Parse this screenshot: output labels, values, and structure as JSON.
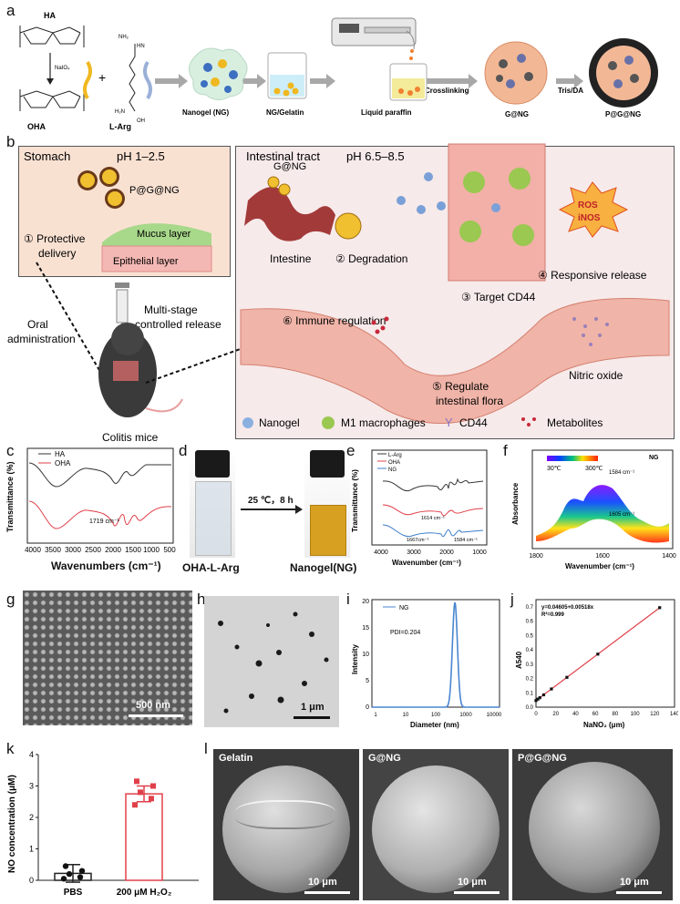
{
  "panel_labels": {
    "a": "a",
    "b": "b",
    "c": "c",
    "d": "d",
    "e": "e",
    "f": "f",
    "g": "g",
    "h": "h",
    "i": "i",
    "j": "j",
    "k": "k",
    "l": "l"
  },
  "panel_a": {
    "ha": "HA",
    "oha": "OHA",
    "naio4": "NaIO₄",
    "plus": "+",
    "larg": "L-Arg",
    "nh2": "NH₂",
    "nh": "NH",
    "hn": "HN",
    "h2n": "H₂N",
    "acid": "O",
    "oh": "OH",
    "steps": [
      "Nanogel (NG)",
      "NG/Gelatin",
      "Liquid paraffin",
      "G@NG",
      "P@G@NG"
    ],
    "arrow_labels": {
      "crosslinking": "Crosslinking",
      "trisda": "Tris/DA"
    }
  },
  "panel_b": {
    "stomach_title": "Stomach",
    "stomach_ph": "pH 1–2.5",
    "pgng": "P@G@NG",
    "step1": "① Protective\ndelivery",
    "mucus": "Mucus layer",
    "epithelial": "Epithelial layer",
    "syringe_label": "Multi-stage\ncontrolled release",
    "oral": "Oral\nadministration",
    "mouse": "Colitis mice",
    "intestinal_title": "Intestinal tract",
    "intestinal_ph": "pH 6.5–8.5",
    "gng": "G@NG",
    "intestine": "Intestine",
    "step2": "② Degradation",
    "step3": "③ Target CD44",
    "step4": "④ Responsive release",
    "step5": "⑤ Regulate\nintestinal flora",
    "step6": "⑥ Immune regulation",
    "ros": "ROS",
    "inos": "iNOS",
    "no": "Nitric oxide",
    "legend": [
      "Nanogel",
      "M1 macrophages",
      "CD44",
      "Metabolites"
    ]
  },
  "panel_c": {
    "chart_data": {
      "type": "line",
      "xlabel": "Wavenumbers (cm⁻¹)",
      "ylabel": "Transmittance (%)",
      "x_ticks": [
        "4000",
        "3500",
        "3000",
        "2500",
        "2000",
        "1500",
        "1000",
        "500"
      ],
      "series": [
        {
          "name": "HA",
          "color": "#333333"
        },
        {
          "name": "OHA",
          "color": "#e0404a"
        }
      ],
      "annotation": "1719 cm⁻¹"
    }
  },
  "panel_d": {
    "arrow_label": "25 ℃，8 h",
    "left": "OHA-L-Arg",
    "right": "Nanogel(NG)"
  },
  "panel_e": {
    "chart_data": {
      "type": "line",
      "xlabel": "Wavenumber (cm⁻¹)",
      "ylabel": "Transmittance (%)",
      "x_ticks": [
        "4000",
        "3000",
        "2000",
        "1000"
      ],
      "series": [
        {
          "name": "L-Arg",
          "color": "#333333"
        },
        {
          "name": "OHA",
          "color": "#e0404a"
        },
        {
          "name": "NG",
          "color": "#3a7cc8"
        }
      ],
      "annotations": [
        "1614 cm⁻¹",
        "1667cm⁻¹",
        "1584 cm⁻¹"
      ]
    }
  },
  "panel_f": {
    "chart_data": {
      "type": "line",
      "xlabel": "Wavenumber (cm⁻¹)",
      "ylabel": "Absorbance",
      "x_ticks": [
        "1800",
        "1600",
        "1400"
      ],
      "legend": "NG",
      "temp_low": "30℃",
      "temp_high": "300℃",
      "annotations": [
        "1584 cm⁻¹",
        "1605 cm⁻¹"
      ]
    }
  },
  "panel_g": {
    "scale": "500 nm"
  },
  "panel_h": {
    "scale": "1 μm"
  },
  "panel_i": {
    "chart_data": {
      "type": "line",
      "xlabel": "Diameter (nm)",
      "ylabel": "Intensity",
      "x_ticks": [
        "1",
        "10",
        "100",
        "1000",
        "10000"
      ],
      "y_ticks": [
        "0",
        "5",
        "10",
        "15",
        "20"
      ],
      "ylim": [
        0,
        20
      ],
      "series": [
        {
          "name": "NG",
          "color": "#4a86d0"
        }
      ],
      "pdi": "PDI=0.204",
      "peak_diameter": 400,
      "peak_intensity": 19.5
    }
  },
  "panel_j": {
    "chart_data": {
      "type": "scatter",
      "xlabel": "NaNO₂ (μm)",
      "ylabel": "A540",
      "equation": "y=0.04605+0.00518x",
      "r2": "R²=0.999",
      "x_ticks": [
        "0",
        "20",
        "40",
        "60",
        "80",
        "100",
        "120",
        "140"
      ],
      "y_ticks": [
        "0.0",
        "0.1",
        "0.2",
        "0.3",
        "0.4",
        "0.5",
        "0.6",
        "0.7"
      ],
      "xlim": [
        0,
        140
      ],
      "ylim": [
        0,
        0.75
      ],
      "x": [
        0,
        1.95,
        3.9,
        7.8,
        15.6,
        31.25,
        62.5,
        125
      ],
      "y": [
        0.046,
        0.056,
        0.066,
        0.086,
        0.127,
        0.208,
        0.37,
        0.694
      ]
    }
  },
  "panel_k": {
    "chart_data": {
      "type": "bar",
      "ylabel": "NO concentration (μM)",
      "categories": [
        "PBS",
        "200 μM H₂O₂"
      ],
      "values": [
        0.22,
        2.75
      ],
      "errors": [
        0.28,
        0.25
      ],
      "ylim": [
        0,
        4
      ],
      "y_ticks": [
        "0",
        "1",
        "2",
        "3",
        "4"
      ],
      "points": [
        [
          0.05,
          0.1,
          0.2,
          0.3,
          0.45
        ],
        [
          2.4,
          2.6,
          2.8,
          3.0,
          3.15
        ]
      ]
    }
  },
  "panel_l": {
    "titles": [
      "Gelatin",
      "G@NG",
      "P@G@NG"
    ],
    "scale": "10 μm"
  },
  "colors": {
    "red": "#e0404a",
    "blue": "#3a7cc8",
    "stomach_bg": "#f9e1d2",
    "intestine_bg": "#f7eaea"
  }
}
